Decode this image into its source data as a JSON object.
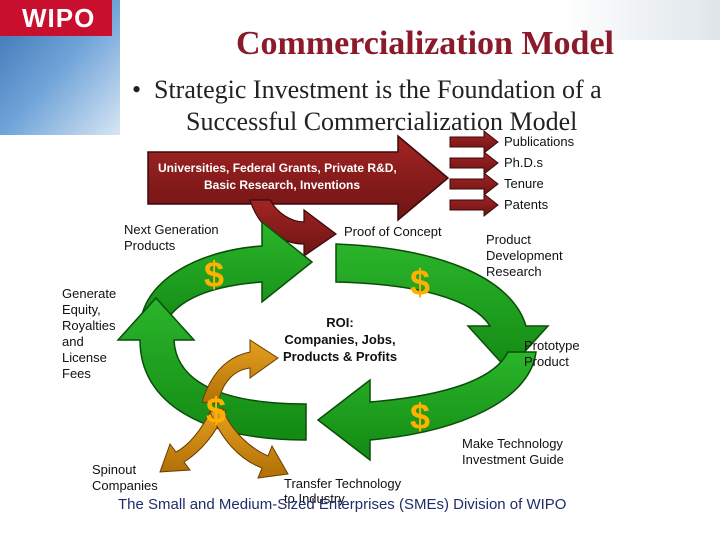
{
  "logo_text": "WIPO",
  "title": "Commercialization Model",
  "bullet": {
    "marker": "•",
    "line1": "Strategic Investment is the Foundation of a",
    "line2": "Successful Commercialization Model"
  },
  "investment_arrow": {
    "line1": "Universities,  Federal Grants,  Private R&D,",
    "line2": "Basic Research,  Inventions"
  },
  "outputs": [
    "Publications",
    "Ph.D.s",
    "Tenure",
    "Patents"
  ],
  "cycle_labels": {
    "proof_of_concept": "Proof of Concept",
    "product_dev_1": "Product",
    "product_dev_2": "Development",
    "product_dev_3": "Research",
    "prototype_1": "Prototype",
    "prototype_2": "Product",
    "guide_1": "Make Technology",
    "guide_2": "Investment Guide",
    "transfer_1": "Transfer Technology",
    "transfer_2": "to Industry",
    "spinout_1": "Spinout",
    "spinout_2": "Companies",
    "generate_1": "Generate",
    "generate_2": "Equity,",
    "generate_3": "Royalties",
    "generate_4": "and",
    "generate_5": "License",
    "generate_6": "Fees",
    "next_gen_1": "Next Generation",
    "next_gen_2": "Products"
  },
  "roi": {
    "line1": "ROI:",
    "line2": "Companies, Jobs,",
    "line3": "Products & Profits"
  },
  "dollar_sign": "$",
  "footer": "The Small and Medium-Sized Enterprises (SMEs) Division of WIPO",
  "colors": {
    "cycle_green": "#1a9a1a",
    "investment_red": "#8b1a1a",
    "spinout_orange": "#c8820a",
    "title_color": "#8b1a2b",
    "dollar_color": "#ffb000"
  }
}
